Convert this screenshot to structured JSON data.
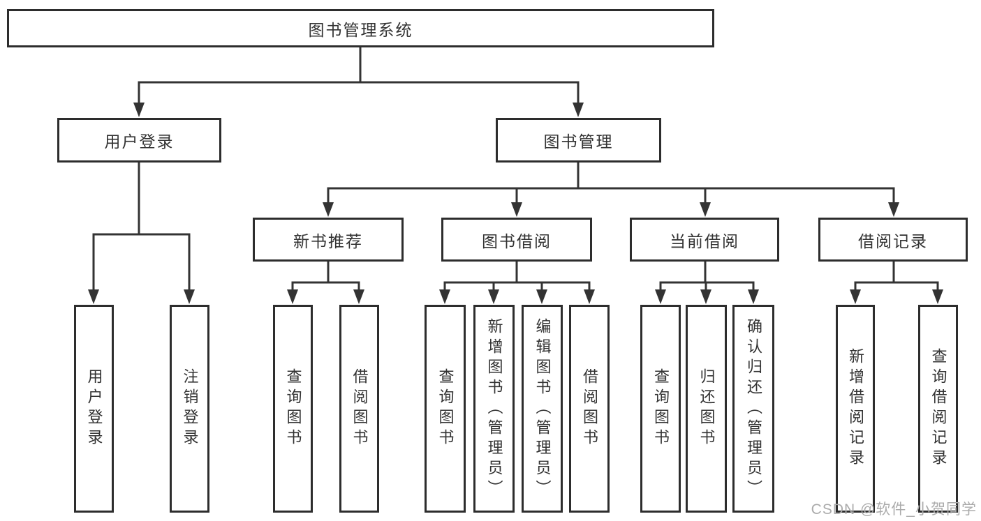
{
  "tree": {
    "label": "图书管理系统",
    "children": [
      {
        "label": "用户登录",
        "children": [
          {
            "label": "用户登录"
          },
          {
            "label": "注销登录"
          }
        ]
      },
      {
        "label": "图书管理",
        "children": [
          {
            "label": "新书推荐",
            "children": [
              {
                "label": "查询图书"
              },
              {
                "label": "借阅图书"
              }
            ]
          },
          {
            "label": "图书借阅",
            "children": [
              {
                "label": "查询图书"
              },
              {
                "label": "新增图书（管理员）"
              },
              {
                "label": "编辑图书（管理员）"
              },
              {
                "label": "借阅图书"
              }
            ]
          },
          {
            "label": "当前借阅",
            "children": [
              {
                "label": "查询图书"
              },
              {
                "label": "归还图书"
              },
              {
                "label": "确认归还（管理员）"
              }
            ]
          },
          {
            "label": "借阅记录",
            "children": [
              {
                "label": "新增借阅记录"
              },
              {
                "label": "查询借阅记录"
              }
            ]
          }
        ]
      }
    ]
  },
  "watermark": "CSDN @软件_小贺同学",
  "colors": {
    "line": "#333333",
    "box_border": "#2d2d2d",
    "text": "#333333",
    "watermark_text": "#ababab",
    "background": "#ffffff"
  }
}
